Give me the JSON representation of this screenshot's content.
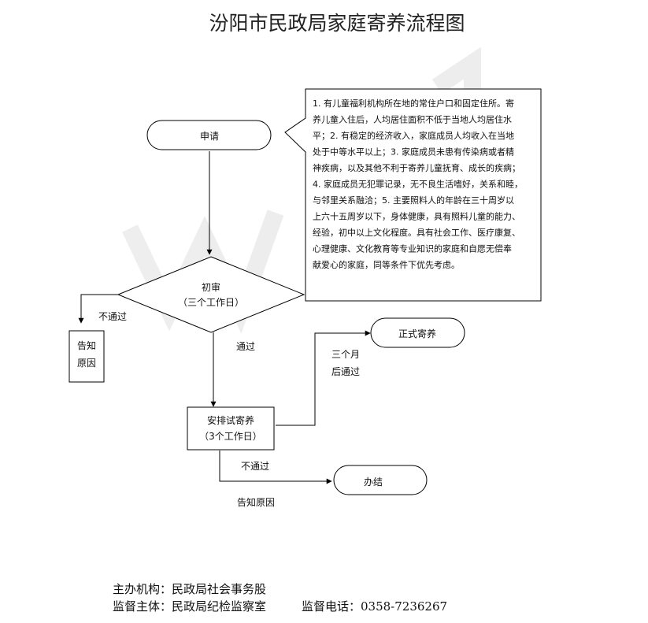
{
  "title": "汾阳市民政局家庭寄养流程图",
  "nodes": {
    "apply": "申请",
    "review_line1": "初审",
    "review_line2": "（三个工作日）",
    "notify_box_line1": "告知",
    "notify_box_line2": "原因",
    "trial_line1": "安排试寄养",
    "trial_line2": "（3个工作日）",
    "formal": "正式寄养",
    "finish": "办结"
  },
  "edge_labels": {
    "not_pass_1": "不通过",
    "pass": "通过",
    "three_months_line1": "三个月",
    "three_months_line2": "后通过",
    "not_pass_2": "不通过",
    "notify_reason": "告知原因"
  },
  "note_lines": [
    "1. 有儿童福利机构所在地的常住户口和固定住所。寄",
    "养儿童入住后，人均居住面积不低于当地人均居住水",
    "平；2. 有稳定的经济收入，家庭成员人均收入在当地",
    "处于中等水平以上；3. 家庭成员未患有传染病或者精",
    "神疾病，以及其他不利于寄养儿童抚育、成长的疾病；",
    "4. 家庭成员无犯罪记录，无不良生活嗜好，关系和睦，",
    "与邻里关系融洽；5. 主要照料人的年龄在三十周岁以",
    "上六十五周岁以下，身体健康，具有照料儿童的能力、",
    "经验，初中以上文化程度。具有社会工作、医疗康复、",
    "心理健康、文化教育等专业知识的家庭和自愿无偿奉",
    "献爱心的家庭，同等条件下优先考虑。"
  ],
  "footer": {
    "organizer": "主办机构：民政局社会事务股",
    "supervisor": "监督主体：民政局纪检监察室",
    "phone": "监督电话：0358-7236267"
  }
}
